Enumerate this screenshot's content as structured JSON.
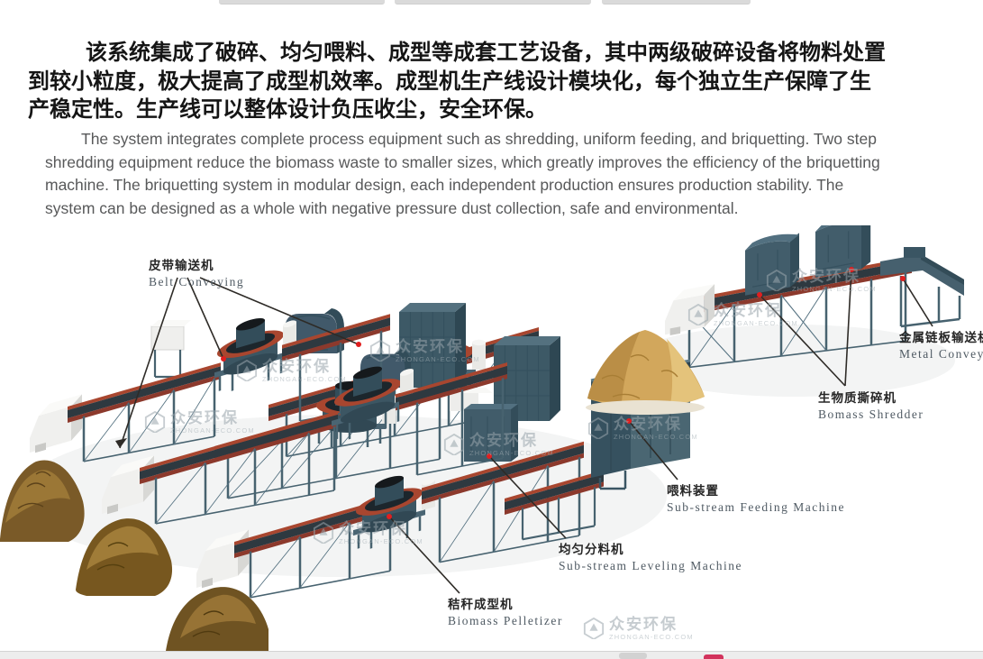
{
  "intro": {
    "zh_lines": [
      "该系统集成了破碎、均匀喂料、成型等成套工艺设备，其中两级破碎设备将物料处置",
      "到较小粒度，极大提高了成型机效率。成型机生产线设计模块化，每个独立生产保障了生",
      "产稳定性。生产线可以整体设计负压收尘，安全环保。"
    ],
    "en_lines": [
      "The system integrates  complete process equipment such as shredding, uniform feeding, and briquetting. Two step",
      "shredding equipment reduce the biomass waste to smaller sizes, which greatly improves the efficiency of the briquetting",
      "machine.  The briquetting system in modular design, each independent production ensures production stability.  The",
      "system can be designed as a whole with negative pressure dust collection, safe and environmental."
    ]
  },
  "diagram": {
    "labels": {
      "belt_conveying": {
        "zh": "皮带输送机",
        "en": "Belt Conveying"
      },
      "metal_conveyor": {
        "zh": "金属链板输送机",
        "en": "Metal Conveyor"
      },
      "biomass_shredder": {
        "zh": "生物质撕碎机",
        "en": "Bomass Shredder"
      },
      "feeding_machine": {
        "zh": "喂料装置",
        "en": "Sub-stream Feeding Machine"
      },
      "leveling_machine": {
        "zh": "均匀分料机",
        "en": "Sub-stream Leveling Machine"
      },
      "pelletizer": {
        "zh": "秸秆成型机",
        "en": "Biomass Pelletizer"
      }
    },
    "watermark": {
      "name": "众安环保",
      "domain": "ZHONGAN-ECO.COM"
    },
    "colors": {
      "conveyor_red": "#a8462f",
      "belt_dark": "#2e3940",
      "frame_blue": "#47626f",
      "machine_teal": "#41596a",
      "straw_tan": "#d2a75c",
      "straw_brown": "#7a5a28",
      "pointer_line": "#2e2b27",
      "marker_dot": "#e01f1f",
      "watermark_gray": "#98a4ab"
    }
  }
}
